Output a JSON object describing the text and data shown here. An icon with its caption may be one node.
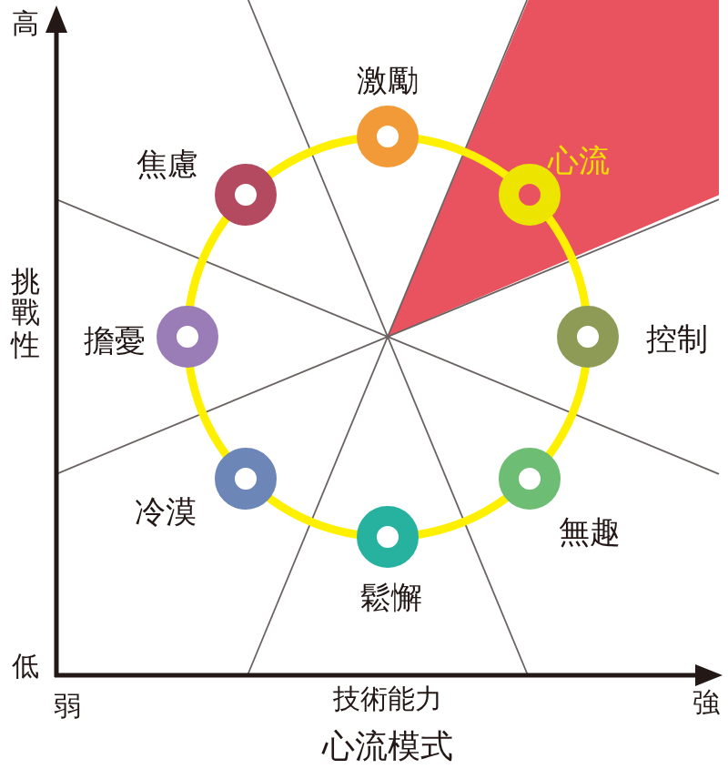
{
  "diagram": {
    "caption": "心流模式",
    "nodes": [
      {
        "text": [],
        "shape": "circle",
        "beside": [
          "激勵"
        ]
      },
      {
        "text": [],
        "shape": "circle",
        "beside": [
          "心流"
        ]
      },
      {
        "text": [],
        "shape": "circle",
        "beside": [
          "控制"
        ]
      },
      {
        "text": [],
        "shape": "circle",
        "beside": [
          "無趣"
        ]
      },
      {
        "text": [],
        "shape": "circle",
        "beside": [
          "鬆懈"
        ]
      },
      {
        "text": [],
        "shape": "circle",
        "beside": [
          "冷漠"
        ]
      },
      {
        "text": [],
        "shape": "circle",
        "beside": [
          "擔憂"
        ]
      },
      {
        "text": [],
        "shape": "circle",
        "beside": [
          "焦慮"
        ]
      }
    ],
    "edges": [
      {
        "from": 0,
        "to": 1,
        "arrow": "none"
      },
      {
        "from": 1,
        "to": 2,
        "arrow": "none"
      },
      {
        "from": 2,
        "to": 3,
        "arrow": "none"
      },
      {
        "from": 3,
        "to": 4,
        "arrow": "none"
      },
      {
        "from": 4,
        "to": 5,
        "arrow": "none"
      },
      {
        "from": 5,
        "to": 6,
        "arrow": "none"
      },
      {
        "from": 6,
        "to": 7,
        "arrow": "none"
      },
      {
        "from": 7,
        "to": 0,
        "arrow": "none"
      }
    ],
    "labels": [
      "高",
      "挑戰性",
      "低",
      "弱",
      "技術能力",
      "強"
    ]
  }
}
